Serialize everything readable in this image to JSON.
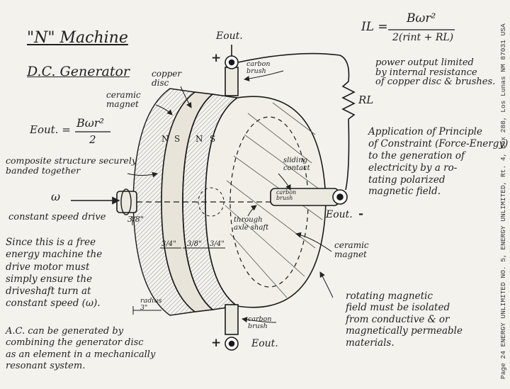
{
  "title": "\"N\" Machine",
  "subtitle": "D.C. Generator",
  "formula_left": {
    "lhs": "Eout. =",
    "numerator": "Bωr²",
    "denominator": "2"
  },
  "formula_right": {
    "lhs": "IL =",
    "numerator": "Bωr²",
    "denominator": "2(rint + RL)"
  },
  "power_note": [
    "power output limited",
    "by internal resistance",
    "of copper disc & brushes."
  ],
  "principle_note": [
    "Application of Principle",
    "of Constraint (Force-Energy)",
    "to the generation of",
    "electricity by a ro-",
    "tating polarized",
    "magnetic field."
  ],
  "free_energy_note": [
    "Since this is a free",
    "energy machine the",
    "drive motor must",
    "simply ensure the",
    "driveshaft turn at",
    "constant speed (ω)."
  ],
  "ac_note": [
    "A.C. can be generated by",
    "combining the generator disc",
    "as an element in a mechanically",
    "resonant system."
  ],
  "rotating_note": [
    "rotating magnetic",
    "field must be isolated",
    "from conductive & or",
    "magnetically permeable",
    "materials."
  ],
  "labels": {
    "eout_top": "Eout.",
    "plus_top": "+",
    "carbon_brush_top": "carbon brush",
    "copper_disc": "copper disc",
    "ceramic_magnet_top": "ceramic magnet",
    "composite": "composite structure securely banded together",
    "omega": "ω",
    "constant_speed": "constant speed drive",
    "shaft_size": "3/8\"",
    "sliding_contact": "sliding contact",
    "carbon_brush_inner": "carbon brush",
    "eout_right": "Eout.",
    "minus_right": "-",
    "ceramic_magnet_right": "ceramic magnet",
    "drive_shaft": "through axle shaft",
    "radius": "radius 3\"",
    "carbon_brush_bottom": "carbon brush",
    "eout_bottom": "Eout.",
    "plus_bottom": "+",
    "resistor": "RL",
    "dim1": "3/4\"",
    "dim2": "3/8\"",
    "dim3": "3/4\"",
    "pole_n1": "N",
    "pole_s1": "S",
    "pole_n2": "N",
    "pole_s2": "S"
  },
  "side_caption": "Page 24  ENERGY UNLIMITED NO. 5, ENERGY UNLIMITED, Rt. 4, Box 288, Los Lunas NM 87031 USA"
}
